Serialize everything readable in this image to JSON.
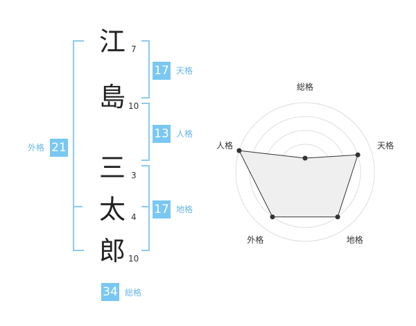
{
  "name_chars": [
    {
      "char": "江",
      "strokes": "7"
    },
    {
      "char": "島",
      "strokes": "10"
    },
    {
      "char": "三",
      "strokes": "3"
    },
    {
      "char": "太",
      "strokes": "4"
    },
    {
      "char": "郎",
      "strokes": "10"
    }
  ],
  "kaku": {
    "tenkaku": {
      "value": "17",
      "label": "天格"
    },
    "jinkaku": {
      "value": "13",
      "label": "人格"
    },
    "chikaku": {
      "value": "17",
      "label": "地格"
    },
    "gaikaku": {
      "value": "21",
      "label": "外格"
    },
    "soukaku": {
      "value": "34",
      "label": "総格"
    }
  },
  "chart_data": {
    "type": "radar",
    "categories": [
      "総格",
      "天格",
      "地格",
      "外格",
      "人格"
    ],
    "values": [
      1,
      4,
      4,
      4,
      5
    ],
    "max": 5,
    "rings": 5,
    "grid": true
  },
  "colors": {
    "accent": "#79c7f2",
    "bracket": "#8cc9ec",
    "radar_fill": "#efefef",
    "ring_stroke": "#dddddd",
    "point": "#333333"
  }
}
